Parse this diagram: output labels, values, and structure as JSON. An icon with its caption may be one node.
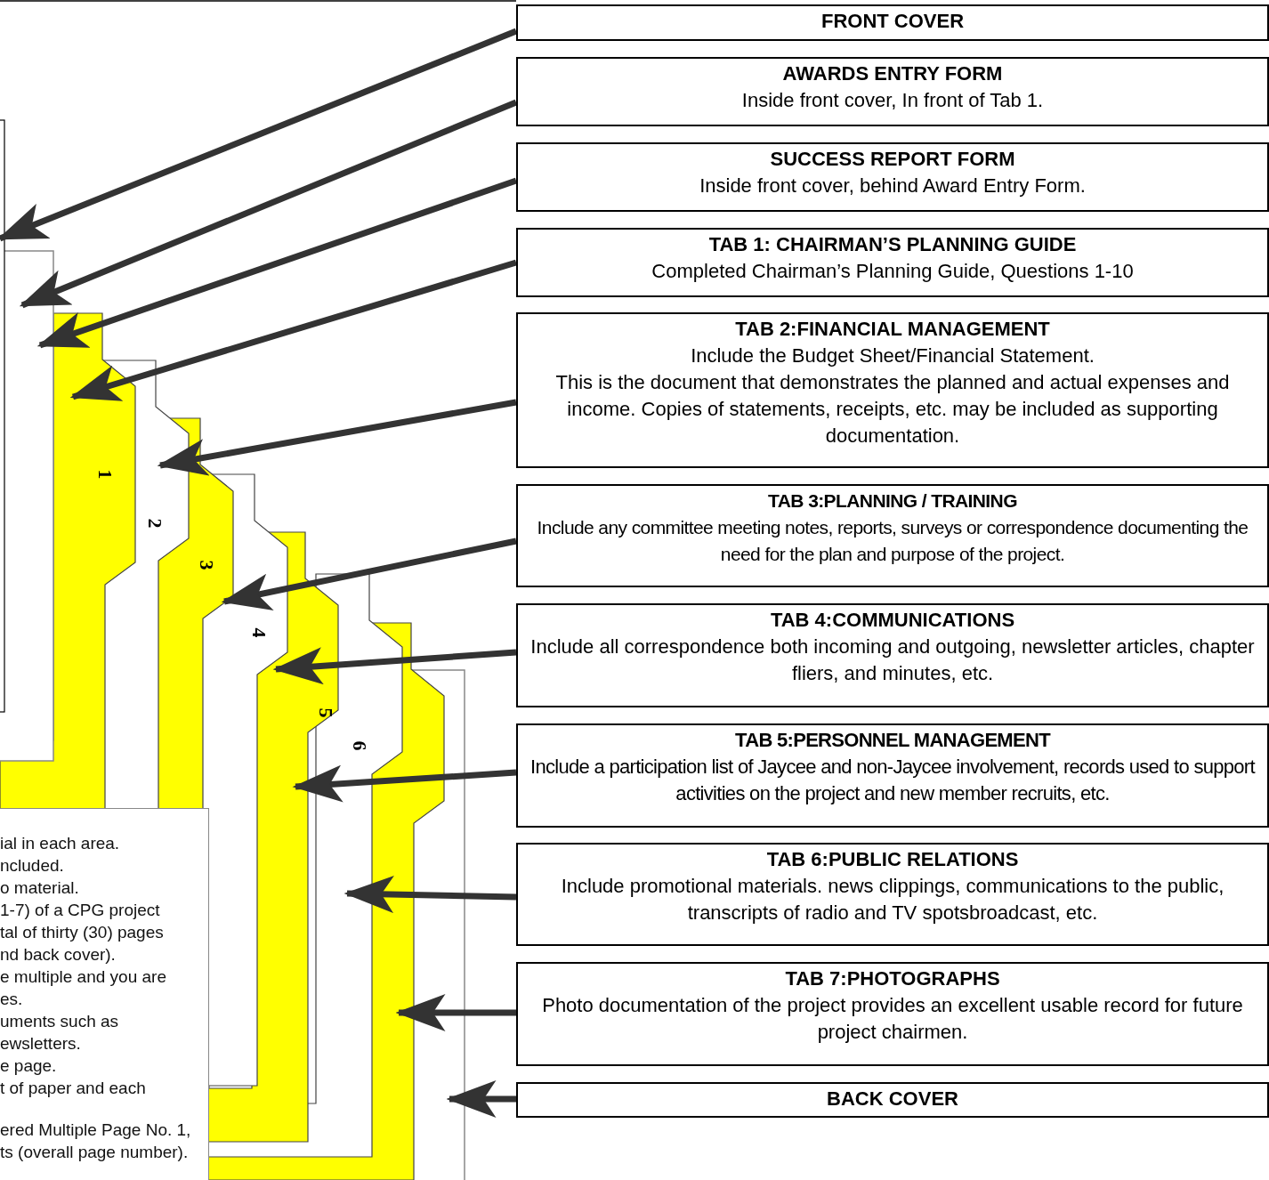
{
  "diagram": {
    "nodes": [
      {
        "text": [
          "FRONT COVER"
        ]
      },
      {
        "text": [
          "AWARDS ENTRY FORM",
          "Inside front cover, In front of Tab 1."
        ]
      },
      {
        "text": [
          "SUCCESS REPORT FORM",
          "Inside front cover, behind Award Entry Form."
        ]
      },
      {
        "text": [
          "TAB 1: CHAIRMAN’S PLANNING GUIDE",
          "Completed Chairman’s Planning Guide, Questions 1-10"
        ]
      },
      {
        "text": [
          "TAB 2:FINANCIAL MANAGEMENT",
          "Include the Budget Sheet/Financial Statement.",
          "This is the document that demonstrates the planned and actual expenses and income. Copies of statements, receipts, etc. may be included as supporting documentation."
        ]
      },
      {
        "text": [
          "TAB 3:PLANNING / TRAINING",
          "Include any committee meeting notes, reports, surveys or correspondence documenting the need for the plan and purpose of the project."
        ]
      },
      {
        "text": [
          "TAB 4:COMMUNICATIONS",
          "Include all correspondence both incoming and outgoing, newsletter articles, chapter fliers, and minutes, etc."
        ]
      },
      {
        "text": [
          "TAB 5:PERSONNEL MANAGEMENT",
          "Include a participation list of Jaycee and non-Jaycee involvement, records used to support activities on the project and new member recruits, etc."
        ]
      },
      {
        "text": [
          "TAB 6:PUBLIC RELATIONS",
          "Include promotional materials. news clippings, communications to the public, transcripts of radio and TV spotsbroadcast, etc."
        ]
      },
      {
        "text": [
          "TAB 7:PHOTOGRAPHS",
          "Photo documentation of the project provides an excellent usable record for future project chairmen."
        ]
      },
      {
        "text": [
          "BACK COVER"
        ]
      },
      {
        "text": [
          "ial in each area.",
          "ncluded.",
          "o material.",
          "1-7) of a CPG project tal of thirty (30) pages nd back cover).",
          "e multiple and you are es.",
          "uments such as ewsletters.",
          "e page.",
          "t of paper and each",
          "ered Multiple Page No. 1, ts (overall page number)."
        ]
      }
    ],
    "edges": [
      {
        "from": 0,
        "to": null,
        "arrow": "to"
      },
      {
        "from": 1,
        "to": null,
        "arrow": "to"
      },
      {
        "from": 2,
        "to": null,
        "arrow": "to"
      },
      {
        "from": 3,
        "to": null,
        "arrow": "to"
      },
      {
        "from": 4,
        "to": null,
        "arrow": "to"
      },
      {
        "from": 5,
        "to": null,
        "arrow": "to"
      },
      {
        "from": 6,
        "to": null,
        "arrow": "to"
      },
      {
        "from": 7,
        "to": null,
        "arrow": "to"
      },
      {
        "from": 8,
        "to": null,
        "arrow": "to"
      },
      {
        "from": 9,
        "to": null,
        "arrow": "to"
      },
      {
        "from": 10,
        "to": null,
        "arrow": "to"
      }
    ],
    "labels": [
      "1",
      "2",
      "3",
      "4",
      "5",
      "6"
    ]
  }
}
